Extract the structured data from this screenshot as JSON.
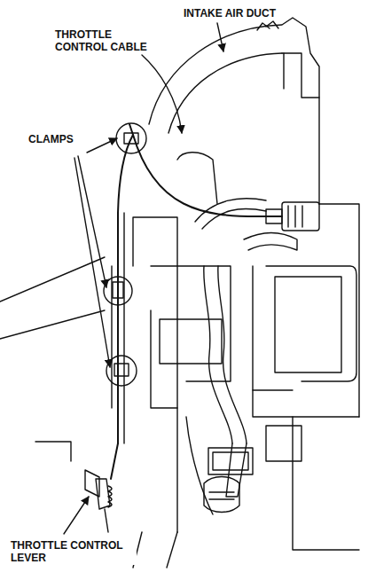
{
  "diagram": {
    "labels": [
      "INTAKE AIR DUCT",
      "THROTTLE CONTROL CABLE",
      "CLAMPS",
      "THROTTLE CONTROL LEVER"
    ]
  }
}
